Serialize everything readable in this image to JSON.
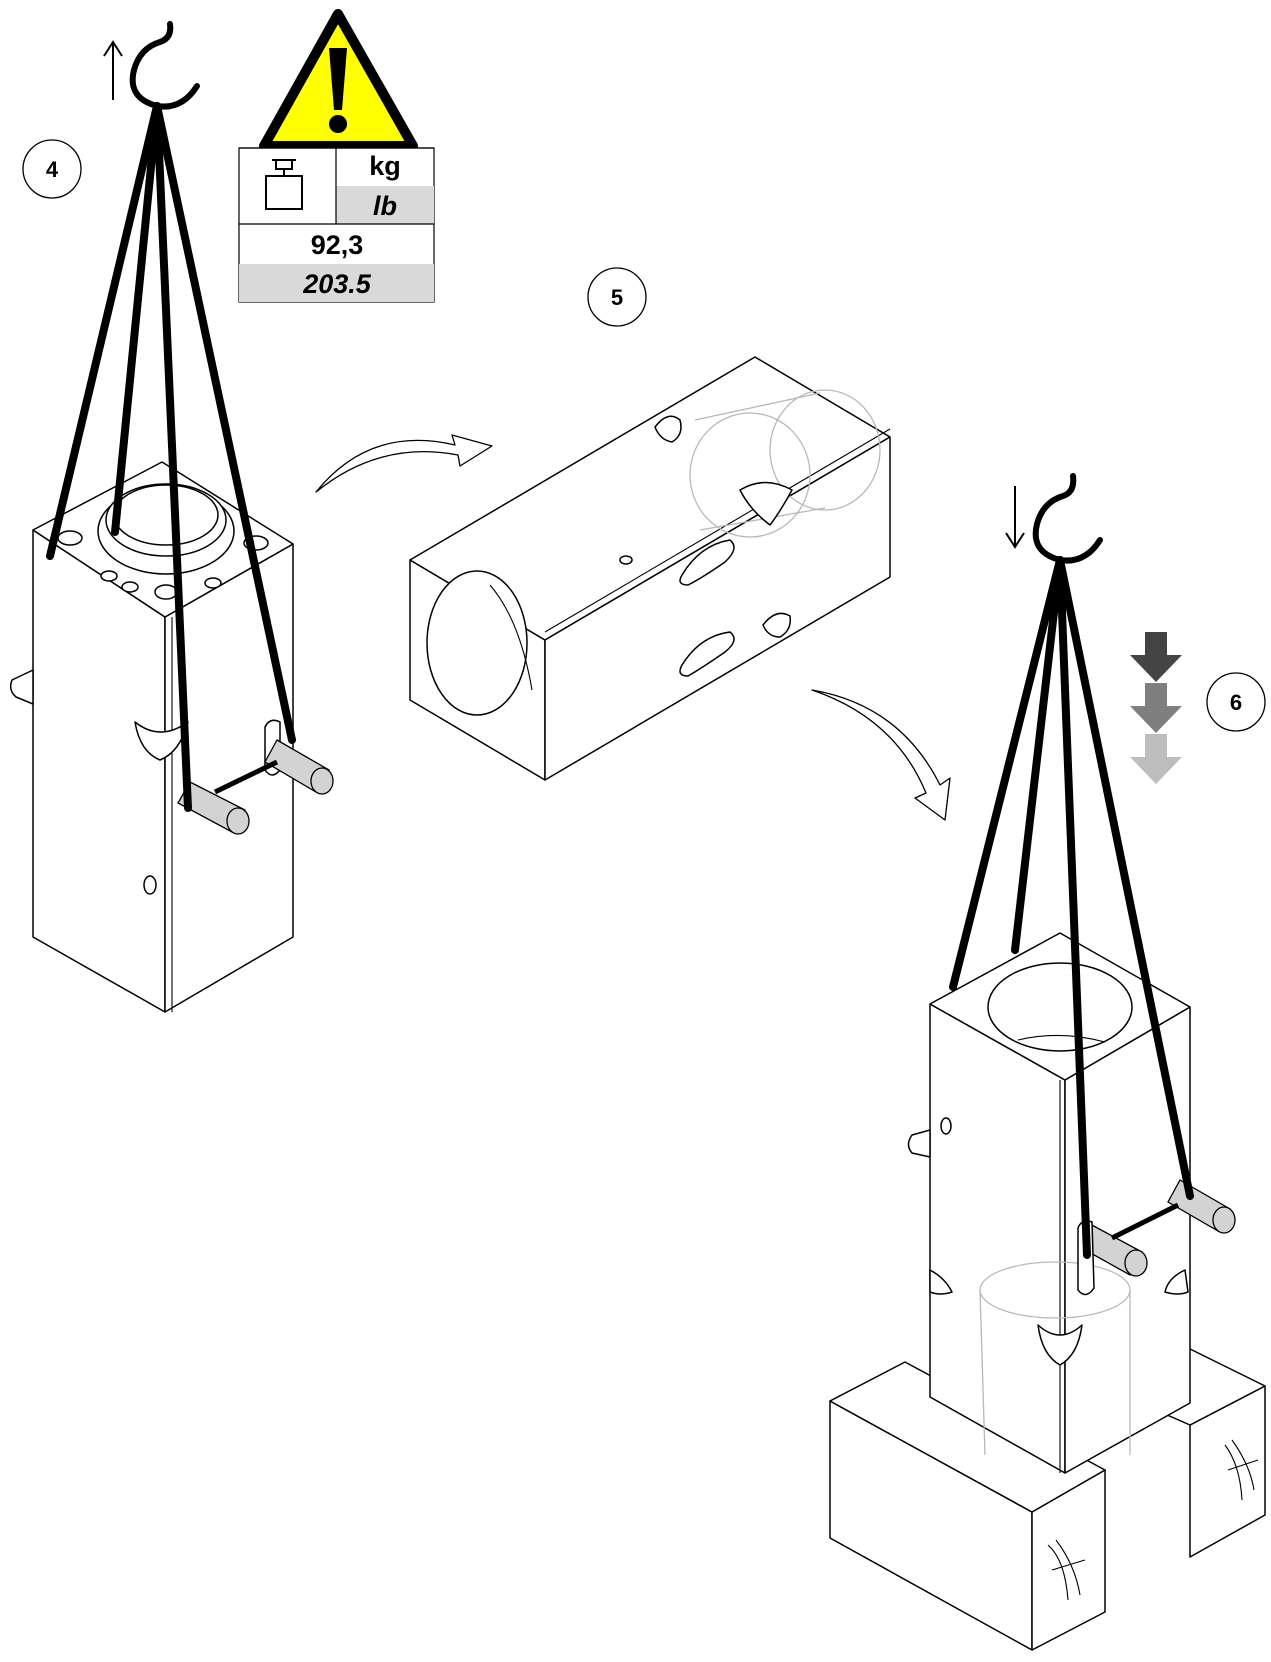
{
  "steps": [
    {
      "number": "4"
    },
    {
      "number": "5"
    },
    {
      "number": "6"
    }
  ],
  "weight_label": {
    "unit_metric": "kg",
    "unit_imperial": "lb",
    "value_metric": "92,3",
    "value_imperial": "203.5"
  },
  "icons": {
    "warning": "warning-triangle-icon",
    "weight": "weight-icon",
    "lift_up": "arrow-up-icon",
    "lower_down": "arrow-down-icon"
  },
  "colors": {
    "warning_yellow": "#ffff00",
    "table_shade": "#d9d9d9",
    "down_arrow_dark": "#444444",
    "down_arrow_mid": "#7f7f7f",
    "down_arrow_light": "#bdbdbd",
    "pin_fill": "#d3d3d3"
  }
}
